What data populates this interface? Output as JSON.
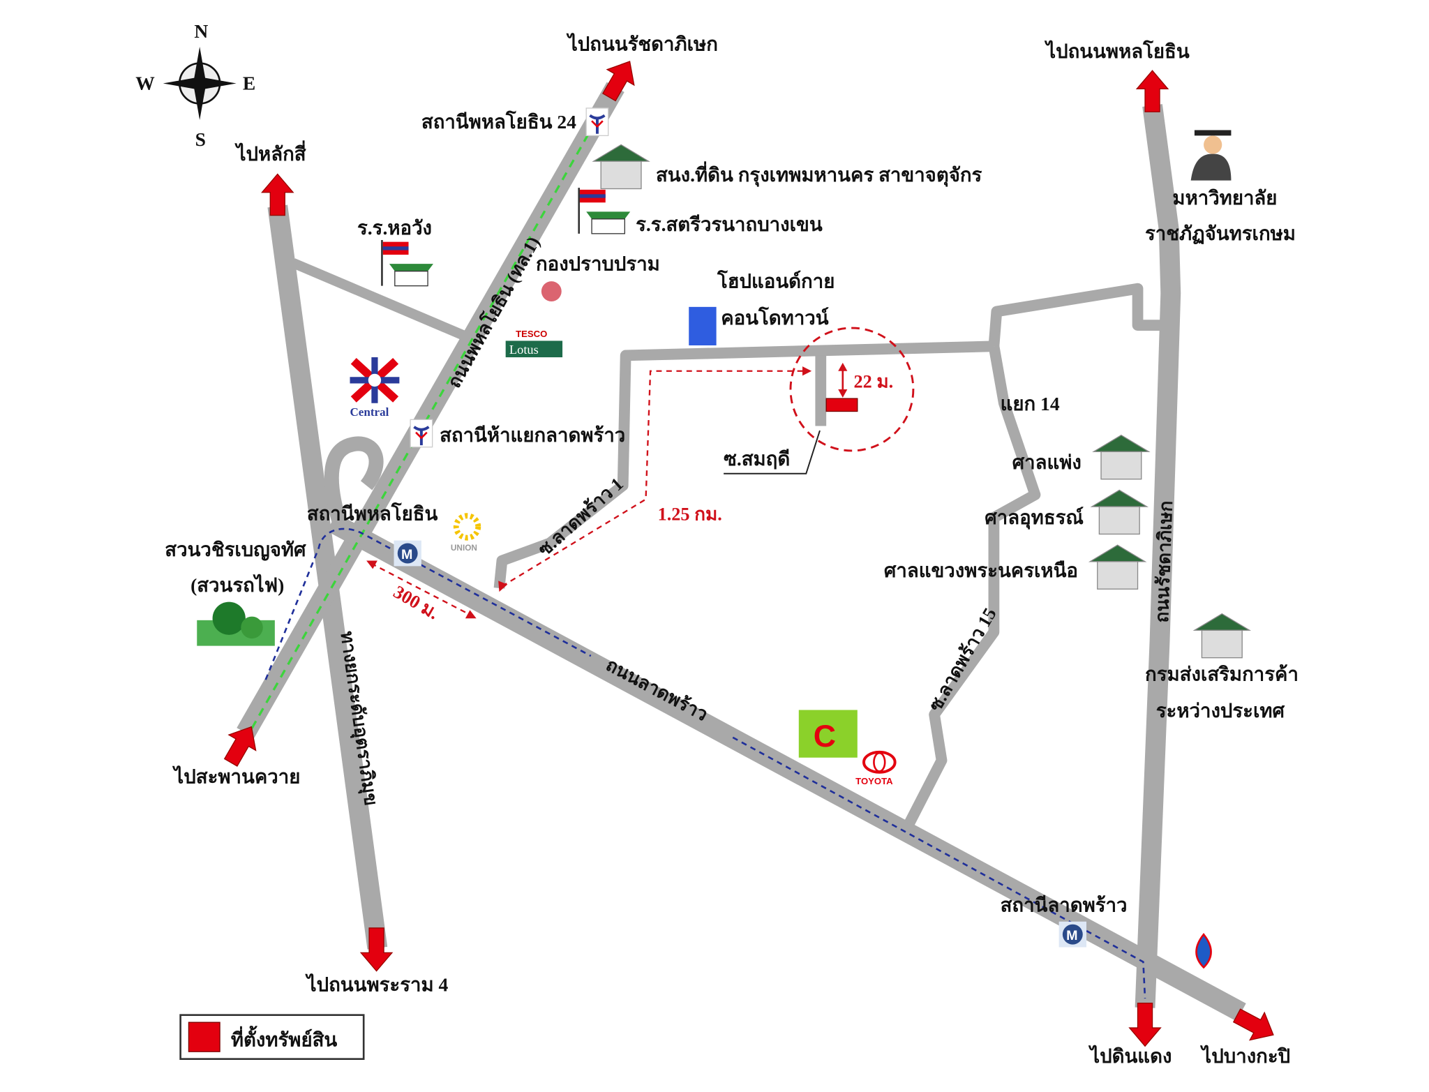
{
  "compass": {
    "n": "N",
    "s": "S",
    "e": "E",
    "w": "W"
  },
  "directions": {
    "ratchada_top": "ไปถนนรัชดาภิเษก",
    "phahon_top": "ไปถนนพหลโยธิน",
    "laksi": "ไปหลักสี่",
    "saphan_khwai": "ไปสะพานควาย",
    "rama4": "ไปถนนพระราม 4",
    "din_daeng": "ไปดินแดง",
    "bangkapi": "ไปบางกะปิ"
  },
  "roads": {
    "phahonyothin": "ถนนพหลโยธิน (ทล.1)",
    "uttraphimuk": "ทางยกระดับอุตราภิมุข",
    "ladprao": "ถนนลาดพร้าว",
    "ratchadaphisek": "ถนนรัชดาภิเษก",
    "soi_ladprao1": "ซ.ลาดพร้าว 1",
    "soi_ladprao15": "ซ.ลาดพร้าว 15",
    "soi_somruedee": "ซ.สมฤดี",
    "yaek14": "แยก 14"
  },
  "places": {
    "bts_phahon24": "สถานีพหลโยธิน 24",
    "land_office": "สนง.ที่ดิน กรุงเทพมหานคร สาขาจตุจักร",
    "school_satri": "ร.ร.สตรีวรนาถบางเขน",
    "school_howang": "ร.ร.หอวัง",
    "kong_prab": "กองปราบปราม",
    "condo_line1": "โฮปแอนด์กาย",
    "condo_line2": "คอนโดทาวน์",
    "bts_haiyaek": "สถานีห้าแยกลาดพร้าว",
    "mrt_phahon": "สถานีพหลโยธิน",
    "park_line1": "สวนวชิรเบญจทัศ",
    "park_line2": "(สวนรถไฟ)",
    "mrt_ladprao": "สถานีลาดพร้าว",
    "university_line1": "มหาวิทยาลัย",
    "university_line2": "ราชภัฏจันทรเกษม",
    "court_1": "ศาลแพ่ง",
    "court_2": "ศาลอุทธรณ์",
    "court_3": "ศาลแขวงพระนครเหนือ",
    "dept_line1": "กรมส่งเสริมการค้า",
    "dept_line2": "ระหว่างประเทศ"
  },
  "logos": {
    "central": "Central",
    "tesco": "TESCO",
    "lotus": "Lotus",
    "union": "UNION",
    "toyota": "TOYOTA",
    "bigc": "C",
    "mrt": "M"
  },
  "distances": {
    "d22": "22 ม.",
    "d125": "1.25 กม.",
    "d300": "300 ม."
  },
  "legend": {
    "label": "ที่ตั้งทรัพย์สิน"
  },
  "colors": {
    "road": "#a9a9a9",
    "arrow": "#e3000f",
    "route": "#d0101a",
    "mrt": "#1f2f9a",
    "bts": "#3cd43c"
  }
}
